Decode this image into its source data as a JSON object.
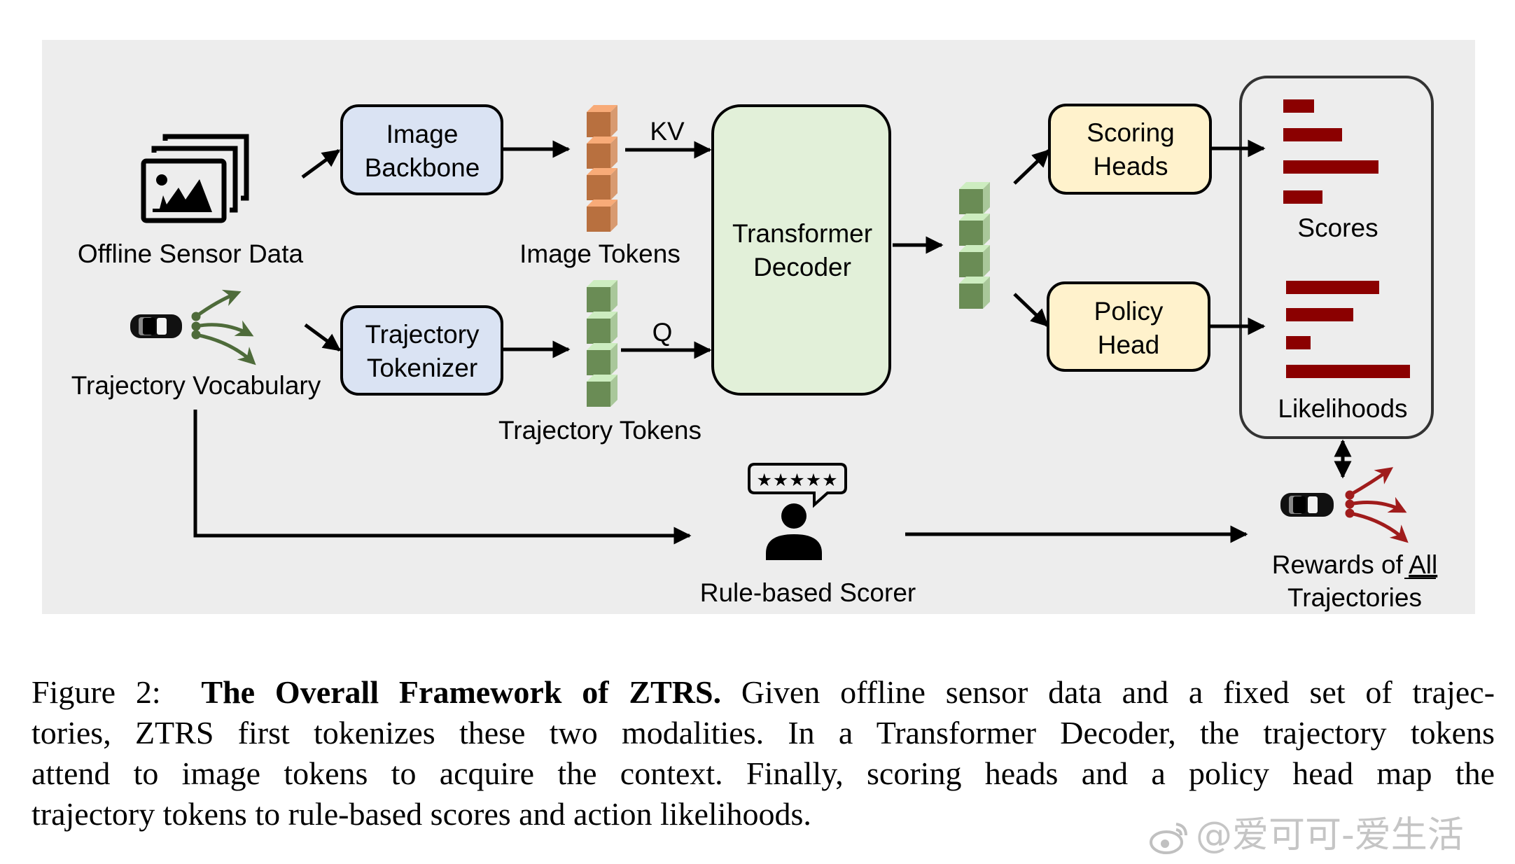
{
  "figure": {
    "inputs": {
      "sensor_label": "Offline Sensor Data",
      "vocab_label": "Trajectory Vocabulary"
    },
    "modules": {
      "image_backbone": [
        "Image",
        "Backbone"
      ],
      "trajectory_tokenizer": [
        "Trajectory",
        "Tokenizer"
      ],
      "transformer_decoder": [
        "Transformer",
        "Decoder"
      ],
      "scoring_heads": [
        "Scoring",
        "Heads"
      ],
      "policy_head": [
        "Policy",
        "Head"
      ]
    },
    "tokens": {
      "image_tokens_label": "Image Tokens",
      "trajectory_tokens_label": "Trajectory Tokens",
      "kv_label": "KV",
      "q_label": "Q"
    },
    "outputs": {
      "scores_label": "Scores",
      "likelihoods_label": "Likelihoods",
      "score_bars": [
        0.32,
        0.62,
        1.0,
        0.41
      ],
      "likelihood_bars": [
        0.75,
        0.54,
        0.2,
        1.0
      ]
    },
    "scorer": {
      "label": "Rule-based Scorer",
      "stars": "★★★★★"
    },
    "rewards": {
      "line1_prefix": "Rewards of ",
      "line1_emph": "All",
      "line2": "Trajectories"
    },
    "colors": {
      "panel_bg": "#EDEDED",
      "blue_box": "#DAE3F3",
      "green_box": "#E2F0D9",
      "yellow_box": "#FFF2CC",
      "bar_red": "#8B0000",
      "traj_green": "#4E6B3A",
      "traj_red": "#A01C1C",
      "orange_front": "#B8703F",
      "orange_top": "#F8AB78",
      "orange_side": "#D89A70",
      "green_front": "#6A8C55",
      "green_top": "#CDEDC0",
      "green_side": "#A9C79A"
    }
  },
  "caption": {
    "prefix": "Figure 2:",
    "title": "The Overall Framework of ZTRS.",
    "lines": [
      " Given offline sensor data and a fixed set of trajec-",
      "tories, ZTRS first tokenizes these two modalities.  In a Transformer Decoder, the trajectory tokens",
      "attend to image tokens to acquire the context.  Finally, scoring heads and a policy head map the",
      "trajectory tokens to rule-based scores and action likelihoods."
    ]
  },
  "watermark": {
    "text": "@爱可可-爱生活"
  }
}
